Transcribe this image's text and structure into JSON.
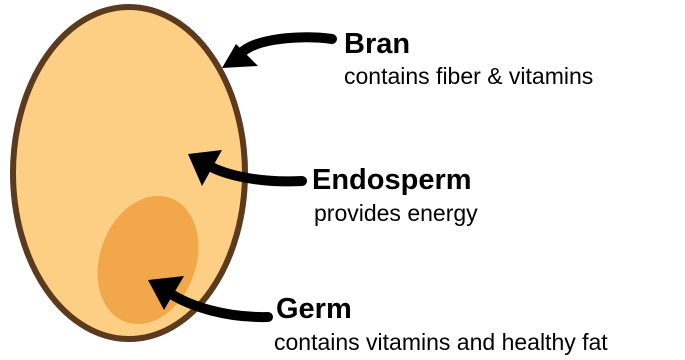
{
  "diagram": {
    "parts": [
      {
        "id": "bran",
        "name": "Bran",
        "description": "contains fiber & vitamins"
      },
      {
        "id": "endosperm",
        "name": "Endosperm",
        "description": "provides energy"
      },
      {
        "id": "germ",
        "name": "Germ",
        "description": "contains vitamins and healthy fat"
      }
    ]
  },
  "colors": {
    "bran_outline": "#5b3a1e",
    "endosperm_fill": "#fccf85",
    "germ_fill": "#f2a84a",
    "arrow": "#000000"
  }
}
